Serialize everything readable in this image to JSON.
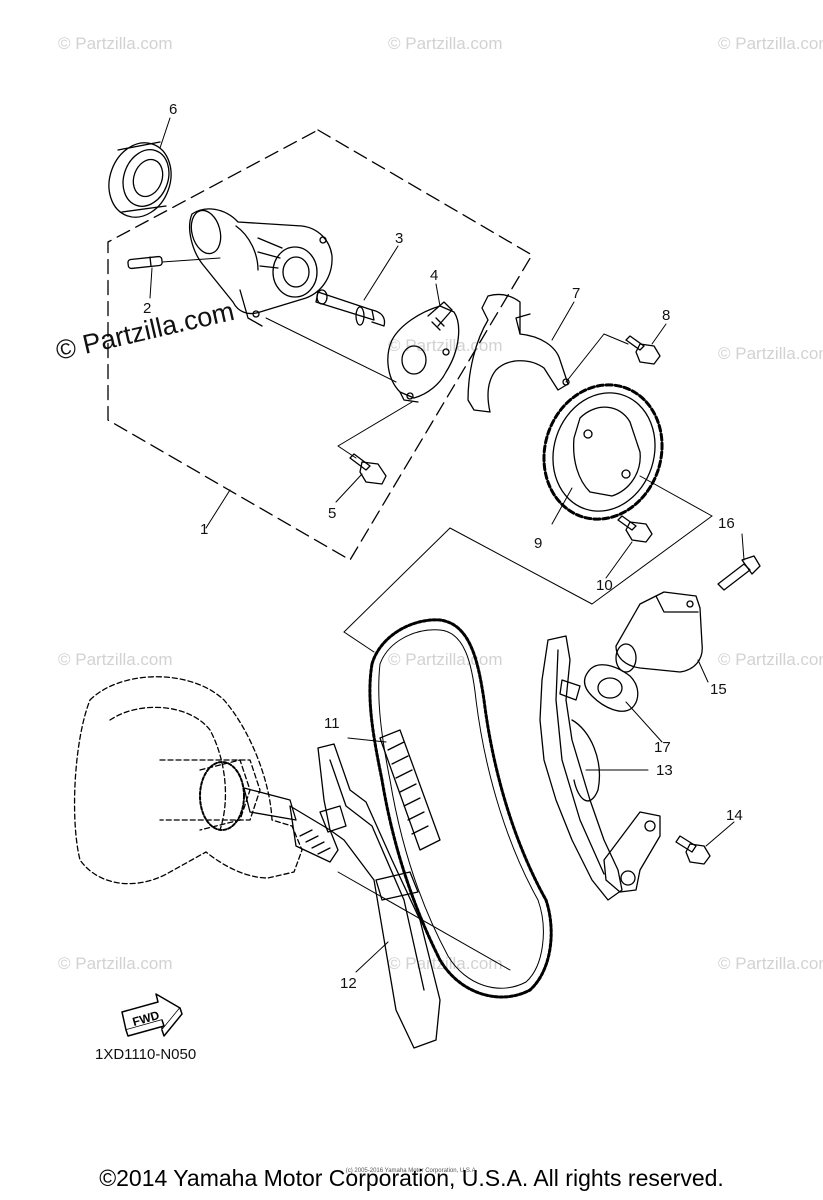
{
  "watermark": "© Partzilla.com",
  "watermark_prominent": "© Partzilla.com",
  "callouts": [
    "1",
    "2",
    "3",
    "4",
    "5",
    "6",
    "7",
    "8",
    "9",
    "10",
    "11",
    "12",
    "13",
    "14",
    "15",
    "16",
    "17"
  ],
  "fwd_label": "FWD",
  "diagram_code": "1XD1110-N050",
  "small_copyright": "(c) 2005-2016 Yamaha Motor Corporation, U.S.A.",
  "footer": "©2014 Yamaha Motor Corporation, U.S.A. All rights reserved."
}
